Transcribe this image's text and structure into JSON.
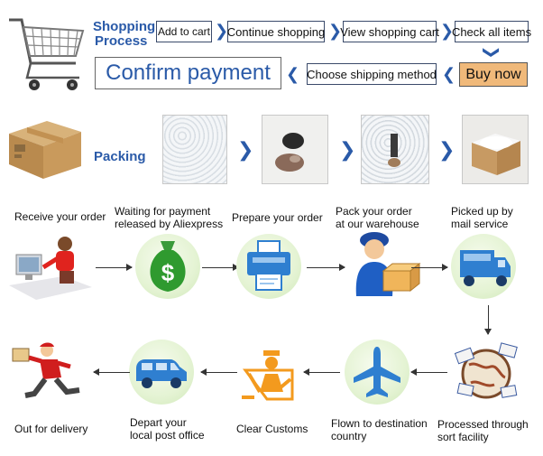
{
  "shopping": {
    "title_line1": "Shopping",
    "title_line2": "Process",
    "steps": {
      "add_to_cart": "Add to cart",
      "continue_shopping": "Continue shopping",
      "view_shopping_cart": "View shopping cart",
      "check_all_items": "Check all items",
      "buy_now": "Buy now",
      "choose_shipping_method": "Choose shipping method",
      "confirm_payment": "Confirm payment"
    }
  },
  "packing": {
    "title": "Packing"
  },
  "flow": {
    "receive_order": "Receive your order",
    "waiting_payment_l1": "Waiting for payment",
    "waiting_payment_l2": "released by Aliexpress",
    "prepare_order": "Prepare your order",
    "pack_order_l1": "Pack your order",
    "pack_order_l2": "at our warehouse",
    "picked_up_l1": "Picked up by",
    "picked_up_l2": "mail service",
    "processed_l1": "Processed through",
    "processed_l2": "sort facility",
    "flown_l1": "Flown to destination",
    "flown_l2": "country",
    "clear_customs": "Clear Customs",
    "depart_l1": "Depart your",
    "depart_l2": "local post office",
    "out_for_delivery": "Out for delivery"
  },
  "icons": {
    "cart": "shopping-cart-icon",
    "box": "cardboard-box-icon",
    "computer_user": "person-at-computer-icon",
    "money_bag": "money-bag-icon",
    "printer": "printer-icon",
    "worker": "warehouse-worker-icon",
    "truck": "delivery-truck-icon",
    "globe": "globe-mail-icon",
    "airplane": "airplane-icon",
    "customs": "customs-officer-icon",
    "van": "van-icon",
    "courier": "running-courier-icon"
  },
  "colors": {
    "accent_blue": "#2a5aa8",
    "buy_now_bg": "#f0b97a",
    "circle_green": "#e4f3d3",
    "icon_blue": "#2f7fd0",
    "customs_orange": "#f39a1e"
  }
}
